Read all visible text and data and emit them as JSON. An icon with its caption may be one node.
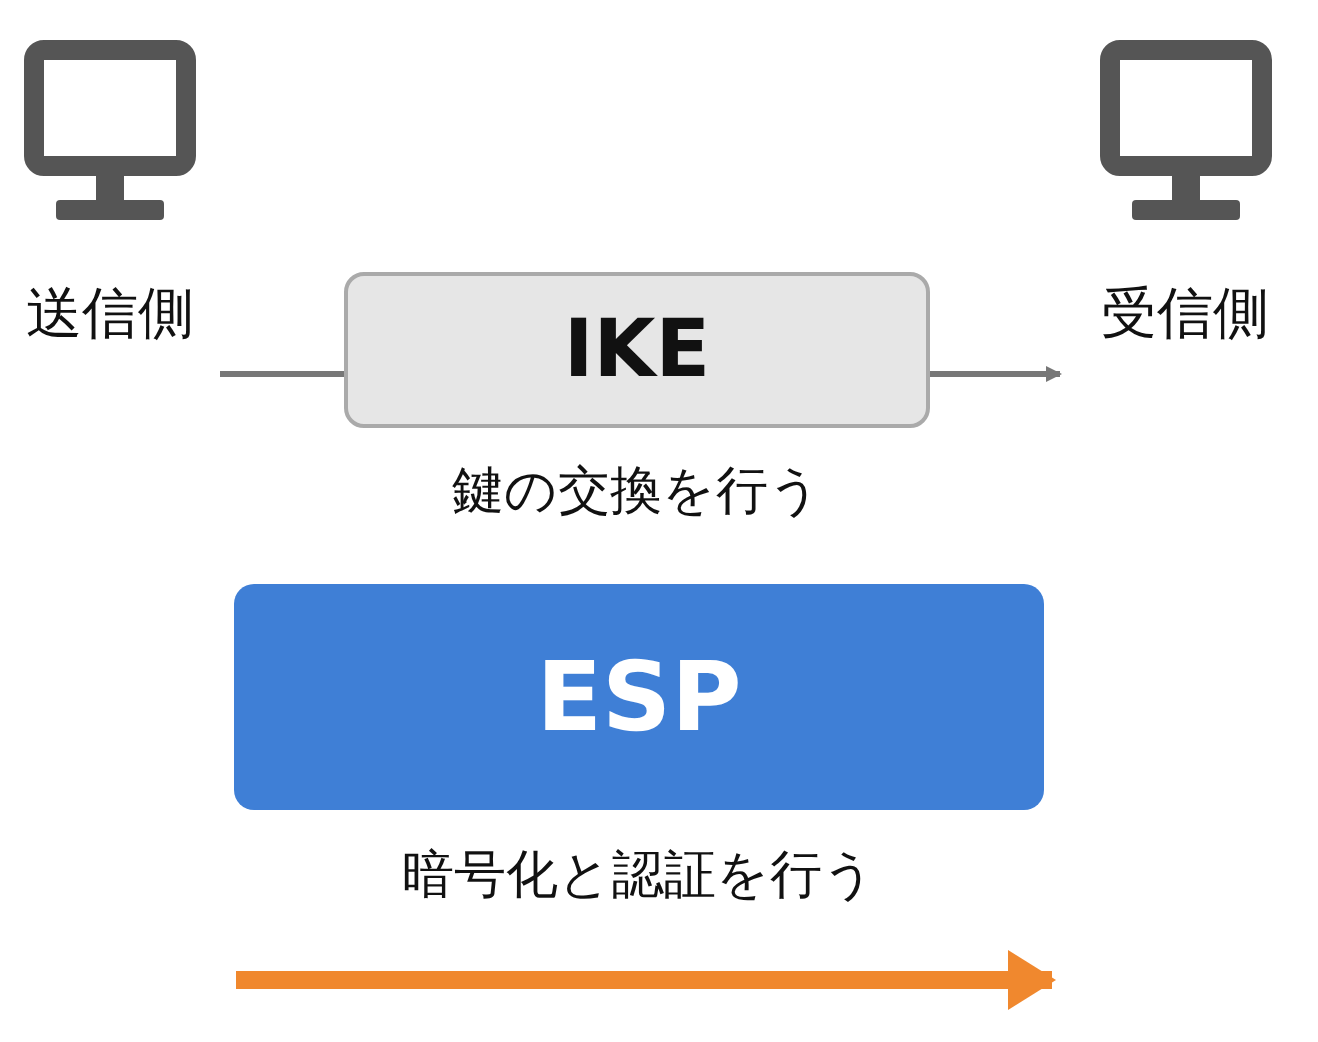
{
  "diagram": {
    "nodes": [
      {
        "text": [
          "送信側"
        ]
      },
      {
        "text": [
          "IKE"
        ],
        "beside": [
          "鍵の交換を行う"
        ]
      },
      {
        "text": [
          "受信側"
        ]
      },
      {
        "text": [
          "ESP"
        ],
        "beside": [
          "暗号化と認証を行う"
        ]
      }
    ],
    "edges": [
      {
        "from": 0,
        "to": 1,
        "arrow": "none"
      },
      {
        "from": 1,
        "to": 2,
        "arrow": "to"
      }
    ]
  }
}
